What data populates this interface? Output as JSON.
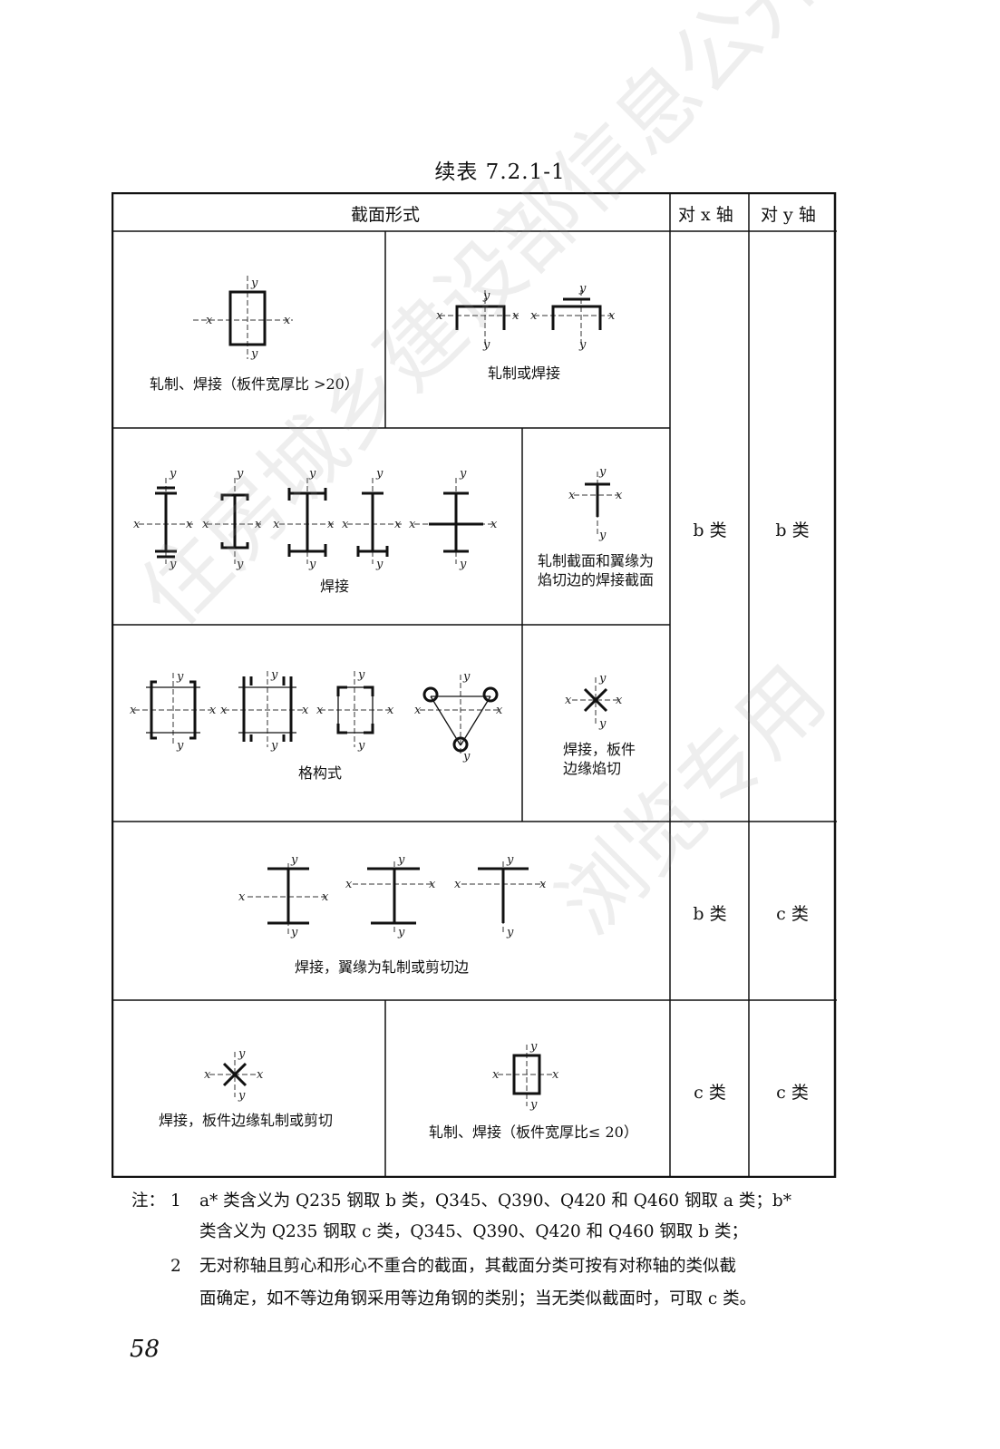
{
  "title": "续表 7.2.1-1",
  "header": {
    "section": "截面形式",
    "x_axis": "对 x 轴",
    "y_axis": "对 y 轴"
  },
  "rows": {
    "r1": {
      "left_caption": "轧制、焊接（板件宽厚比 >20）",
      "right_caption": "轧制或焊接"
    },
    "r2": {
      "left_caption": "焊接",
      "right_caption_line1": "轧制截面和翼缘为",
      "right_caption_line2": "焰切边的焊接截面"
    },
    "r3": {
      "left_caption": "格构式",
      "right_caption_line1": "焊接，板件",
      "right_caption_line2": "边缘焰切"
    },
    "r4": {
      "caption": "焊接，翼缘为轧制或剪切边"
    },
    "r5": {
      "left_caption": "焊接，板件边缘轧制或剪切",
      "right_caption": "轧制、焊接（板件宽厚比≤ 20）"
    }
  },
  "classes": {
    "g1_x": "b 类",
    "g1_y": "b 类",
    "g2_x": "b 类",
    "g2_y": "c 类",
    "g3_x": "c 类",
    "g3_y": "c 类"
  },
  "notes": {
    "prefix": "注：",
    "n1_num": "1",
    "n1_line1": "a* 类含义为 Q235 钢取 b 类，Q345、Q390、Q420 和 Q460 钢取 a 类；b*",
    "n1_line2": "类含义为 Q235 钢取 c 类，Q345、Q390、Q420 和 Q460 钢取 b 类；",
    "n2_num": "2",
    "n2_line1": "无对称轴且剪心和形心不重合的截面，其截面分类可按有对称轴的类似截",
    "n2_line2": "面确定，如不等边角钢采用等边角钢的类别；当无类似截面时，可取 c 类。"
  },
  "page_number": "58",
  "watermark": {
    "line1": "住房城乡建设部信息公开",
    "line2": "浏览专用"
  },
  "axis_labels": {
    "x": "x",
    "y": "y"
  }
}
